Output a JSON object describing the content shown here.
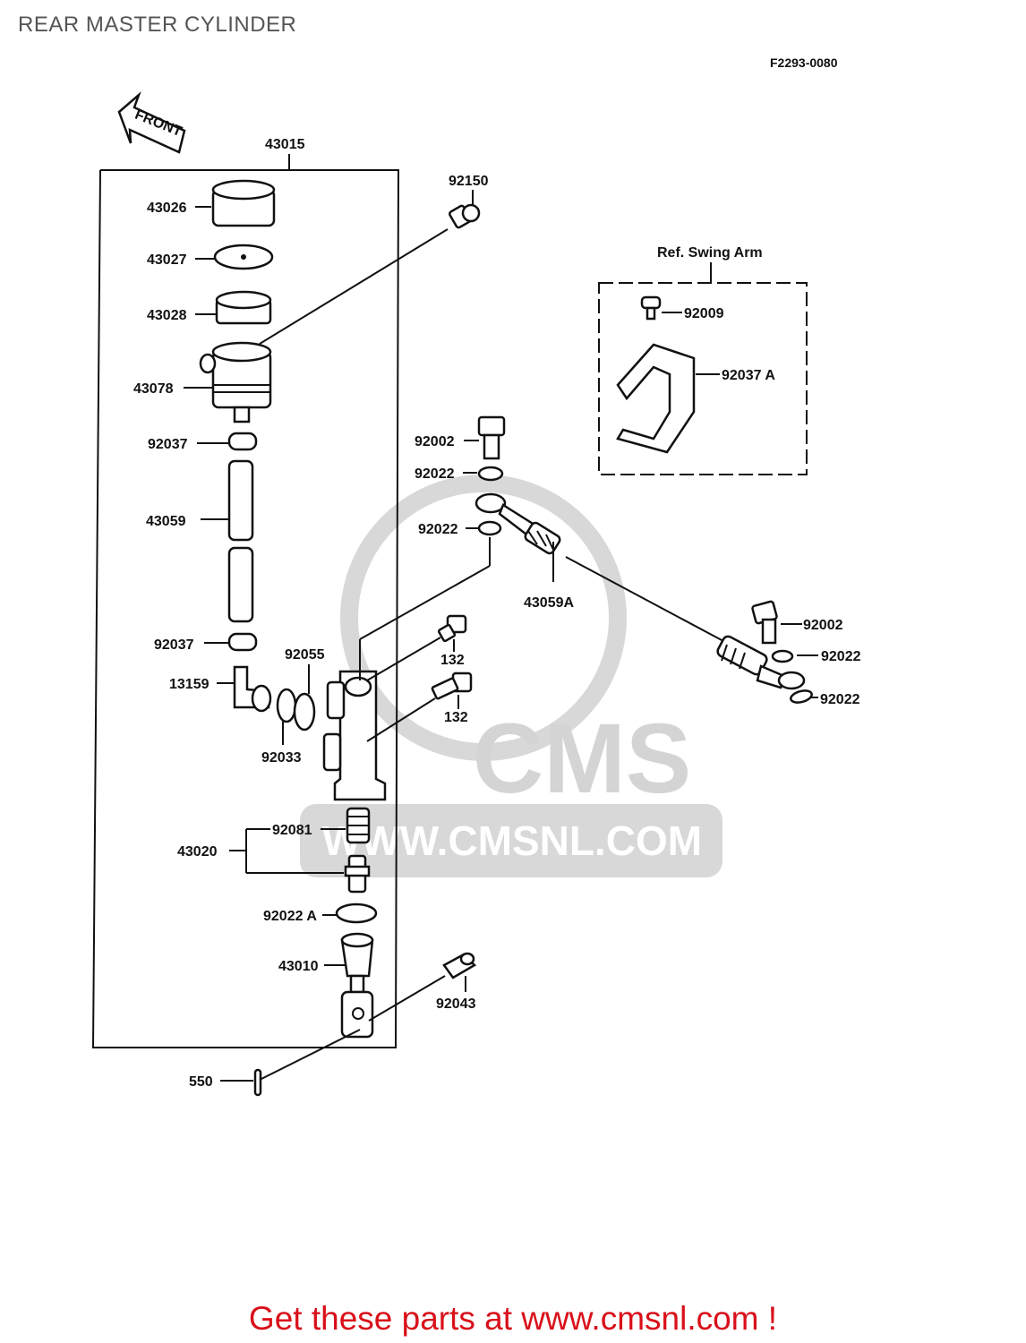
{
  "header": {
    "title": "REAR MASTER CYLINDER",
    "ref_code": "F2293-0080"
  },
  "front_arrow": "FRONT",
  "group_label": "43015",
  "swing_arm_label": "Ref. Swing Arm",
  "parts": {
    "p43026": "43026",
    "p43027": "43027",
    "p43028": "43028",
    "p43078": "43078",
    "p92037_top": "92037",
    "p43059": "43059",
    "p92037_bottom": "92037",
    "p13159": "13159",
    "p92055": "92055",
    "p92033": "92033",
    "p43020": "43020",
    "p92081": "92081",
    "p92022a": "92022 A",
    "p43010": "43010",
    "p550": "550",
    "p92150": "92150",
    "p92009": "92009",
    "p92037a": "92037 A",
    "p92002_upper": "92002",
    "p92022_upper1": "92022",
    "p92022_upper2": "92022",
    "p43059a": "43059A",
    "p132_upper": "132",
    "p132_lower": "132",
    "p92043": "92043",
    "p92002_lower": "92002",
    "p92022_lower1": "92022",
    "p92022_lower2": "92022"
  },
  "watermark": {
    "brand": "CMS",
    "url": "WWW.CMSNL.COM"
  },
  "footer": {
    "text": "Get these parts at www.cmsnl.com !"
  }
}
